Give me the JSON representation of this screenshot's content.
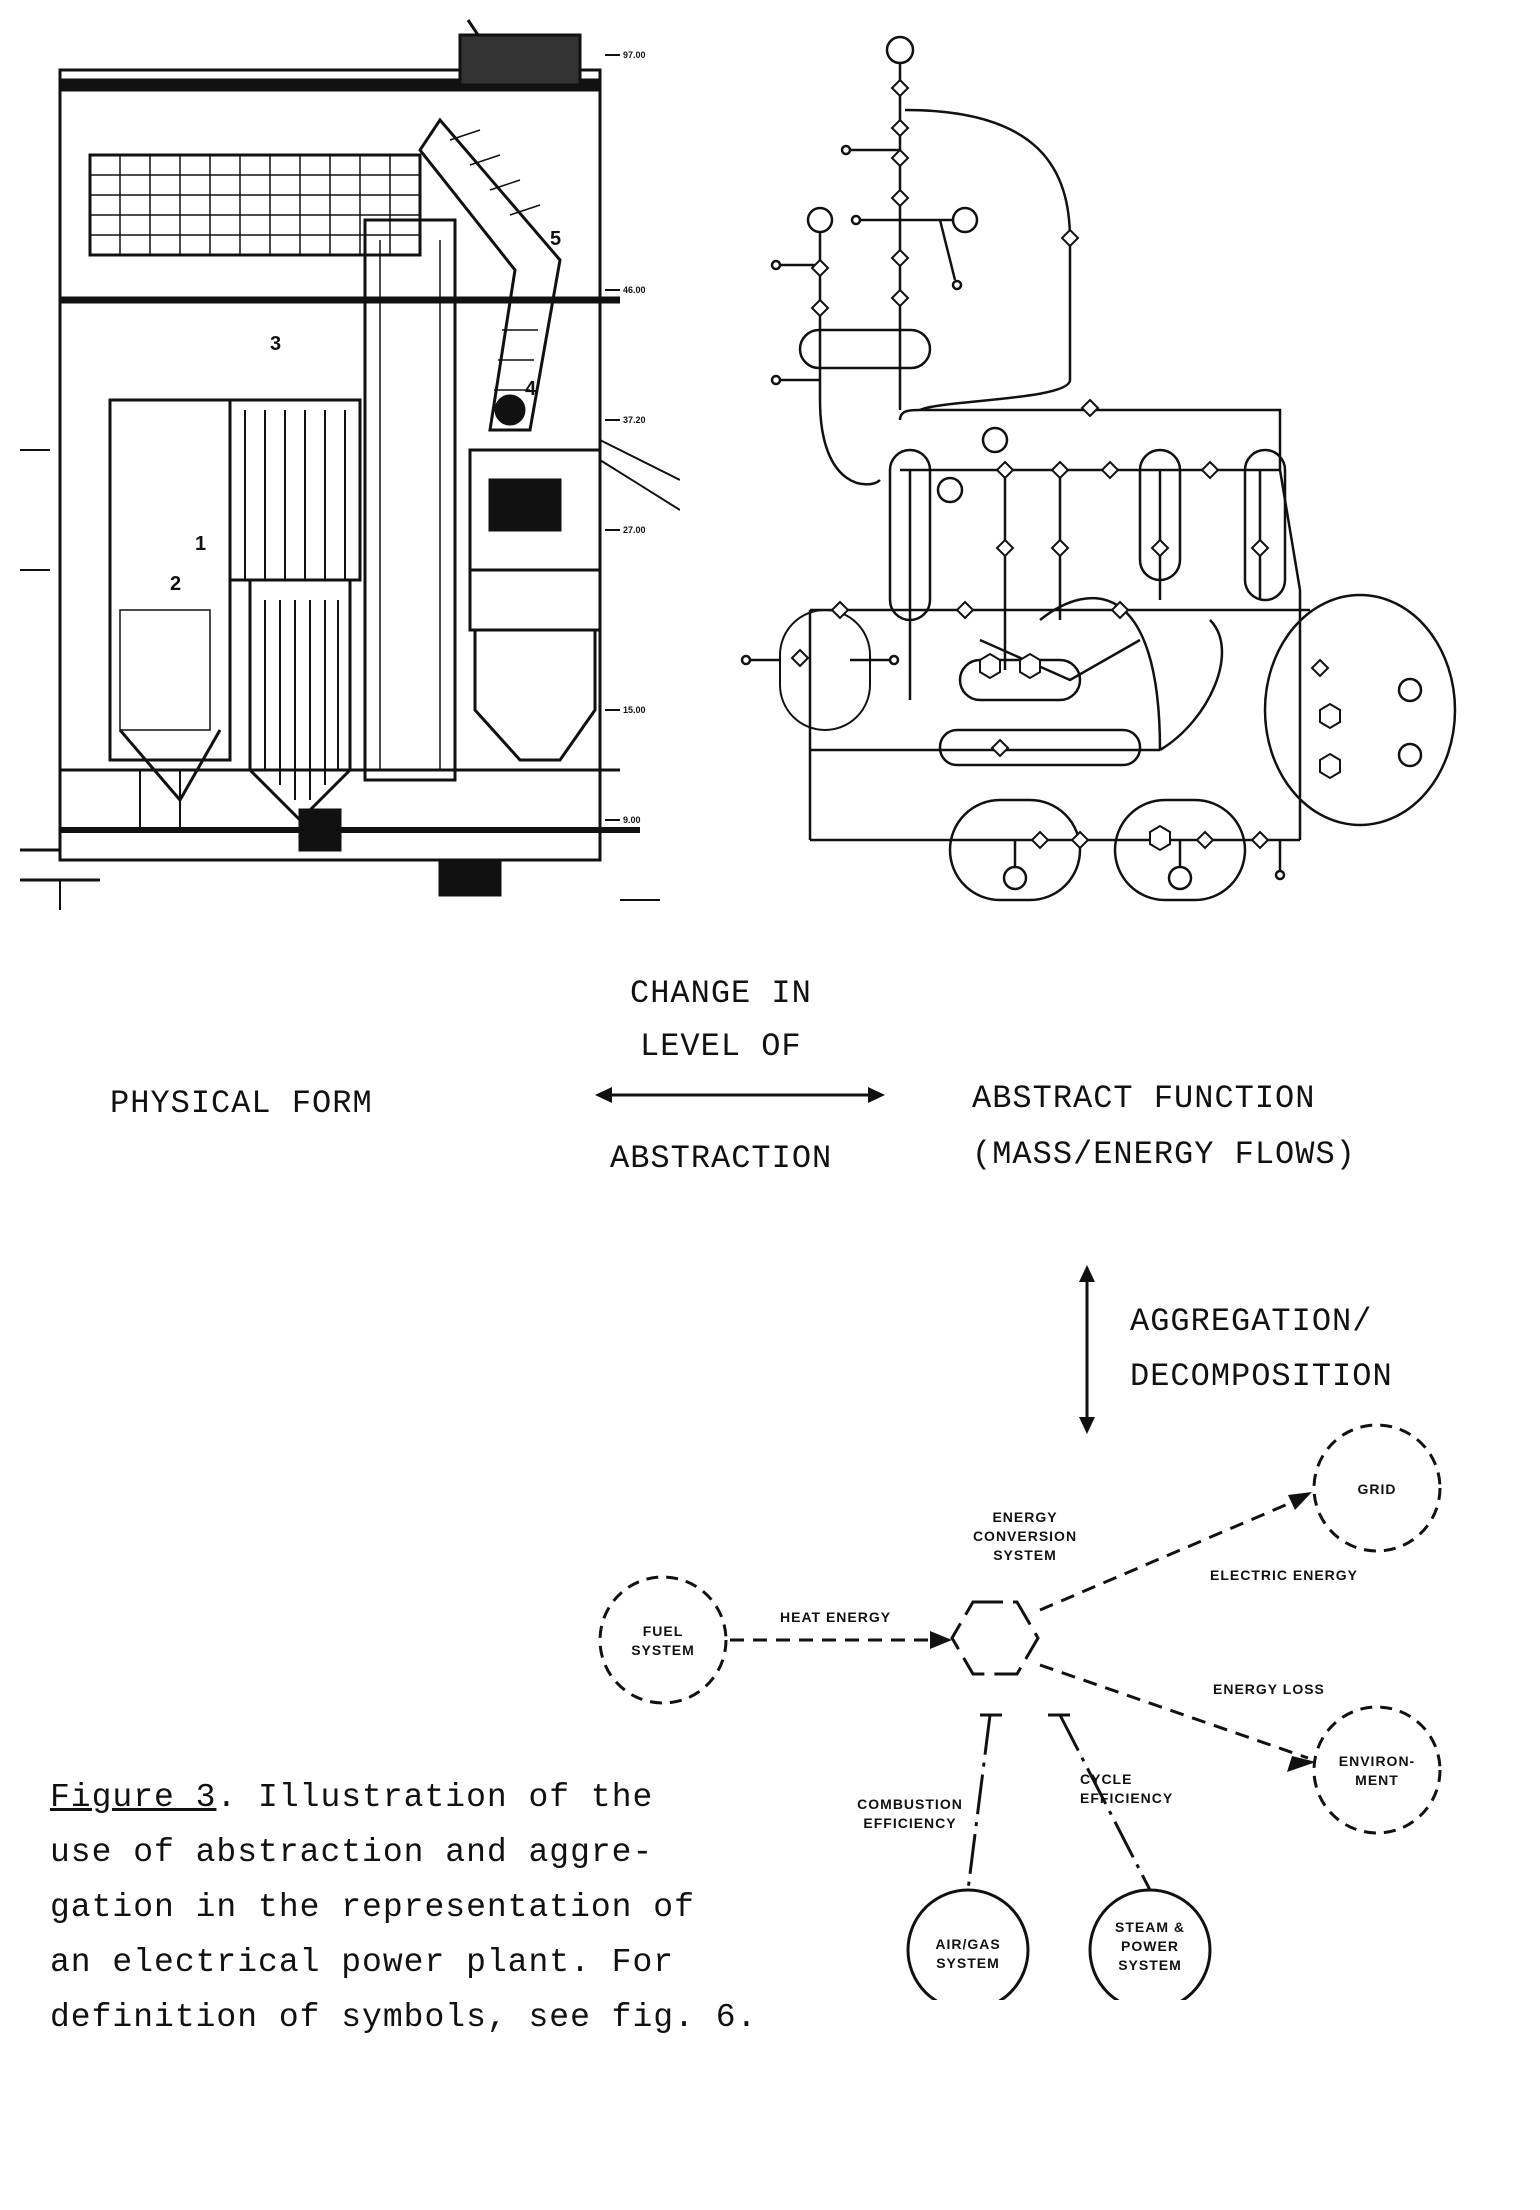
{
  "labels": {
    "change_in": "CHANGE IN",
    "level_of": "LEVEL OF",
    "abstraction": "ABSTRACTION",
    "physical_form": "PHYSICAL FORM",
    "abstract_function": "ABSTRACT FUNCTION",
    "mass_energy_flows": "(MASS/ENERGY FLOWS)",
    "aggregation": "AGGREGATION/",
    "decomposition": "DECOMPOSITION"
  },
  "drawing_marks": {
    "levels": [
      "97.00",
      "46.00",
      "37.20",
      "27.00",
      "15.00",
      "9.00"
    ],
    "callouts": [
      "1",
      "2",
      "3",
      "4",
      "5"
    ]
  },
  "bottom_diagram": {
    "fuel_system": "FUEL\nSYSTEM",
    "heat_energy": "HEAT ENERGY",
    "energy_conversion": "ENERGY\nCONVERSION\nSYSTEM",
    "electric_energy": "ELECTRIC ENERGY",
    "energy_loss": "ENERGY LOSS",
    "grid": "GRID",
    "environment": "ENVIRON-\nMENT",
    "combustion_efficiency": "COMBUSTION\nEFFICIENCY",
    "cycle_efficiency": "CYCLE\nEFFICIENCY",
    "air_gas_system": "AIR/GAS\nSYSTEM",
    "steam_power_system": "STEAM &\nPOWER\nSYSTEM"
  },
  "caption": {
    "lead": "Figure 3",
    "line1_rest": ". Illustration of the",
    "line2": "use of abstraction and aggre-",
    "line3": "gation in the representation of",
    "line4": "an electrical power plant. For",
    "line5": "definition of symbols, see fig. 6."
  }
}
